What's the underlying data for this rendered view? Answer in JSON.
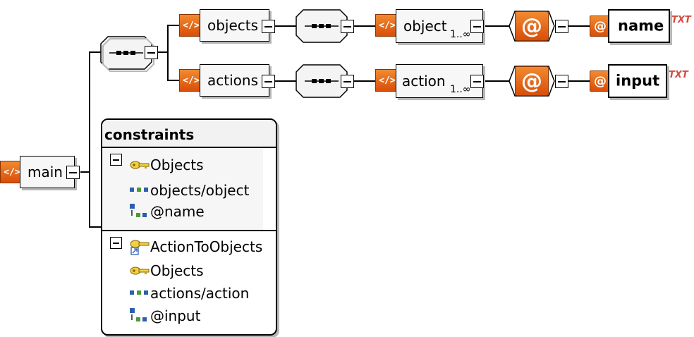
{
  "root": {
    "label": "main"
  },
  "branches": {
    "objects": {
      "label": "objects",
      "child": {
        "label": "object",
        "range": "1..∞"
      },
      "attr": {
        "label": "name",
        "type": "TXT"
      }
    },
    "actions": {
      "label": "actions",
      "child": {
        "label": "action",
        "range": "1..∞"
      },
      "attr": {
        "label": "input",
        "type": "TXT"
      }
    }
  },
  "constraints": {
    "title": "constraints",
    "groups": [
      {
        "name": "Objects",
        "icon": "key-icon",
        "rows": [
          {
            "text": "objects/object",
            "icon": "selector-icon"
          },
          {
            "text": "@name",
            "icon": "field-icon"
          }
        ]
      },
      {
        "name": "ActionToObjects",
        "icon": "keyref-icon",
        "rows": [
          {
            "text": "Objects",
            "icon": "key-icon"
          },
          {
            "text": "actions/action",
            "icon": "selector-icon"
          },
          {
            "text": "@input",
            "icon": "field-icon"
          }
        ]
      }
    ]
  },
  "glyphs": {
    "tag": "</>",
    "attribute": "@"
  },
  "colors": {
    "accent": "#e0641a",
    "type_label": "#d14a3c"
  }
}
